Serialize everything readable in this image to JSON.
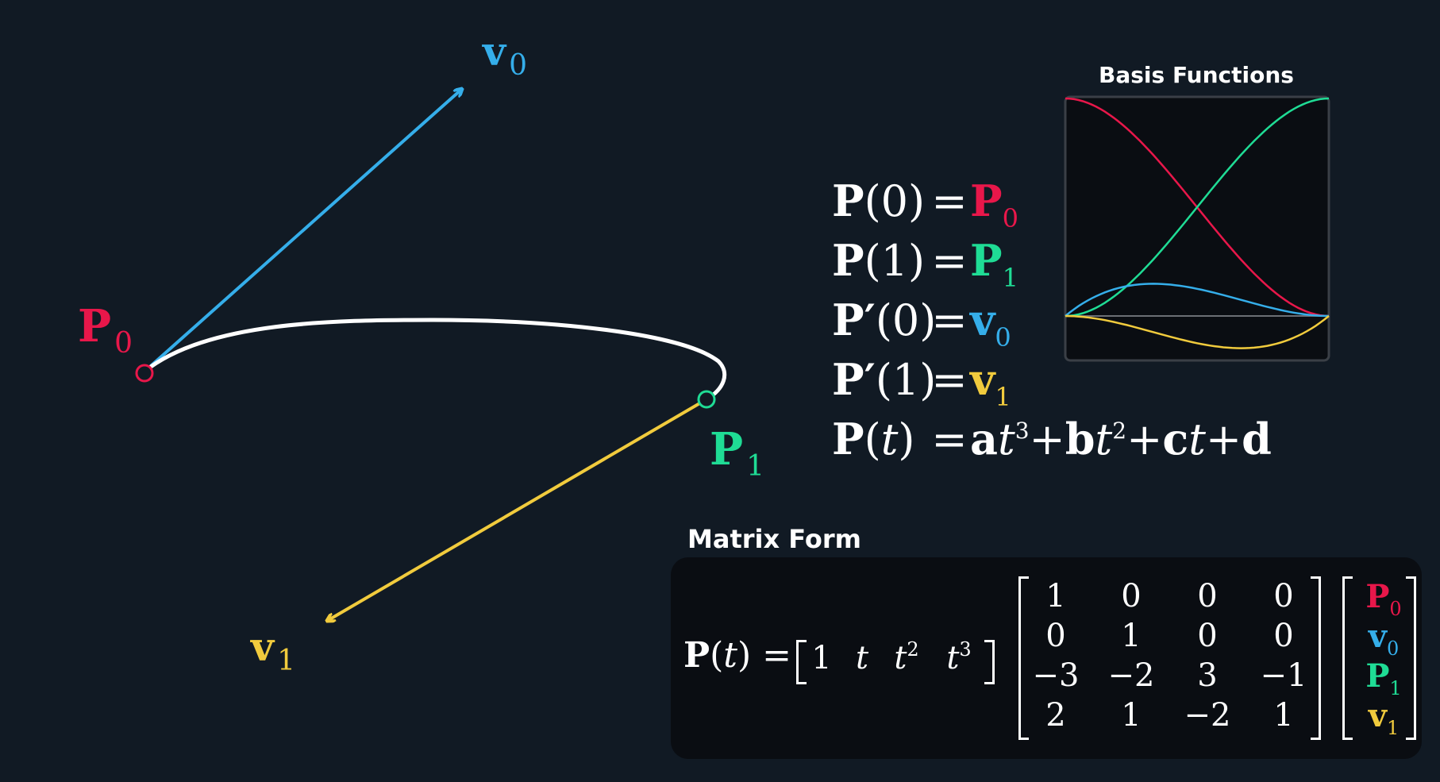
{
  "colors": {
    "background": "#111a24",
    "p0": "#e8174a",
    "p1": "#1fdc95",
    "v0": "#35aeea",
    "v1": "#f1cb3d",
    "curve": "#ffffff",
    "panel": "#0a0d12"
  },
  "labels": {
    "p0": {
      "base": "P",
      "sub": "0"
    },
    "p1": {
      "base": "P",
      "sub": "1"
    },
    "v0": {
      "base": "v",
      "sub": "0"
    },
    "v1": {
      "base": "v",
      "sub": "1"
    }
  },
  "equations": [
    {
      "lhs_bold": "P",
      "lhs_rest": "(0)",
      "eq": "=",
      "rhs_base": "P",
      "rhs_sub": "0",
      "color_key": "p0"
    },
    {
      "lhs_bold": "P",
      "lhs_rest": "(1)",
      "eq": "=",
      "rhs_base": "P",
      "rhs_sub": "1",
      "color_key": "p1"
    },
    {
      "lhs_bold": "P′",
      "lhs_rest": "(0)",
      "eq": "=",
      "rhs_base": "v",
      "rhs_sub": "0",
      "color_key": "v0"
    },
    {
      "lhs_bold": "P′",
      "lhs_rest": "(1)",
      "eq": "=",
      "rhs_base": "v",
      "rhs_sub": "1",
      "color_key": "v1"
    }
  ],
  "polynomial": {
    "lhs_bold": "P",
    "lhs_open": "(",
    "lhs_var": "t",
    "lhs_close": ")",
    "eq": "=",
    "terms": [
      {
        "coef": "a",
        "var": "t",
        "exp": "3"
      },
      {
        "op": "+",
        "coef": "b",
        "var": "t",
        "exp": "2"
      },
      {
        "op": "+",
        "coef": "c",
        "var": "t",
        "exp": ""
      },
      {
        "op": "+",
        "coef": "d",
        "var": "",
        "exp": ""
      }
    ]
  },
  "basis": {
    "title": "Basis Functions",
    "functions": [
      {
        "name": "h00",
        "color_key": "p0"
      },
      {
        "name": "h01",
        "color_key": "p1"
      },
      {
        "name": "h10",
        "color_key": "v0"
      },
      {
        "name": "h11",
        "color_key": "v1"
      }
    ]
  },
  "matrix_form": {
    "title": "Matrix Form",
    "lhs": {
      "bold": "P",
      "open": "(",
      "var": "t",
      "close": ")",
      "eq": "="
    },
    "row_vector": [
      "1",
      "t",
      "t",
      "t"
    ],
    "row_vector_exp": [
      "",
      "",
      "2",
      "3"
    ],
    "matrix": [
      [
        "1",
        "0",
        "0",
        "0"
      ],
      [
        "0",
        "1",
        "0",
        "0"
      ],
      [
        "−3",
        "−2",
        "3",
        "−1"
      ],
      [
        "2",
        "1",
        "−2",
        "1"
      ]
    ],
    "column_vector": [
      {
        "base": "P",
        "sub": "0",
        "color_key": "p0"
      },
      {
        "base": "v",
        "sub": "0",
        "color_key": "v0"
      },
      {
        "base": "P",
        "sub": "1",
        "color_key": "p1"
      },
      {
        "base": "v",
        "sub": "1",
        "color_key": "v1"
      }
    ]
  }
}
